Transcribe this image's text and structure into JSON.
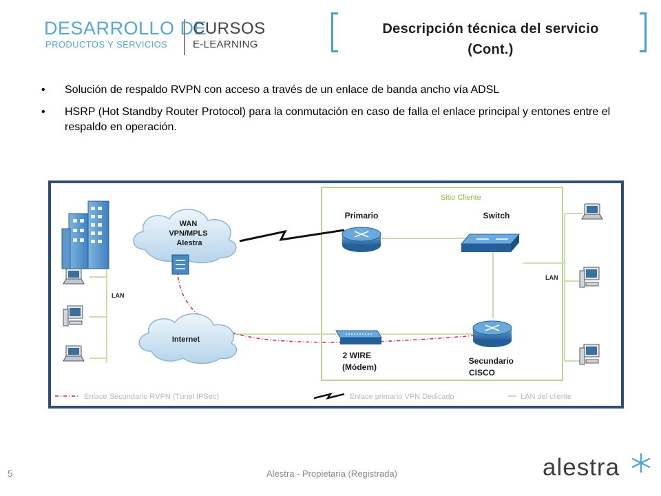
{
  "logo": {
    "line1_left": "DESARROLLO DE",
    "line2_left": "PRODUCTOS Y SERVICIOS",
    "line1_right": "CURSOS",
    "line2_right": "E-LEARNING",
    "color": "#5aa6cf"
  },
  "title": {
    "line1": "Descripción técnica del servicio",
    "line2": "(Cont.)"
  },
  "bullets": [
    "Solución de respaldo RVPN con acceso a través de un enlace de banda ancho vía ADSL",
    "HSRP (Hot Standby Router Protocol) para la conmutación en caso de falla el enlace principal y entones entre el respaldo en operación."
  ],
  "bullet_glyph": "•",
  "diagram": {
    "site_label": "Sitio Cliente",
    "wan_cloud": [
      "WAN",
      "VPN/MPLS",
      "Alestra"
    ],
    "internet_cloud": "Internet",
    "primary_router": "Primario",
    "switch": "Switch",
    "secondary_router": [
      "Secundario",
      "CISCO"
    ],
    "modem": [
      "2 WIRE",
      "(Módem)"
    ],
    "lan_left": "LAN",
    "lan_right": "LAN",
    "legend": {
      "secondary": "Enlace Secundario RVPN (Túnel IPSec)",
      "primary": "Enlace primario VPN Dedicado",
      "lan": "LAN del cliente"
    },
    "colors": {
      "frame": "#2d4e79",
      "site_border": "#b8d68f",
      "router": "#3b83c0",
      "tunnel": "#d9272e",
      "lan_line": "#c9dfae"
    }
  },
  "footer": {
    "page": "5",
    "text": "Alestra - Propietaria (Registrada)",
    "brand": "alestra",
    "brand_icon": "star-icon",
    "brand_icon_color": "#4aa3d8"
  }
}
